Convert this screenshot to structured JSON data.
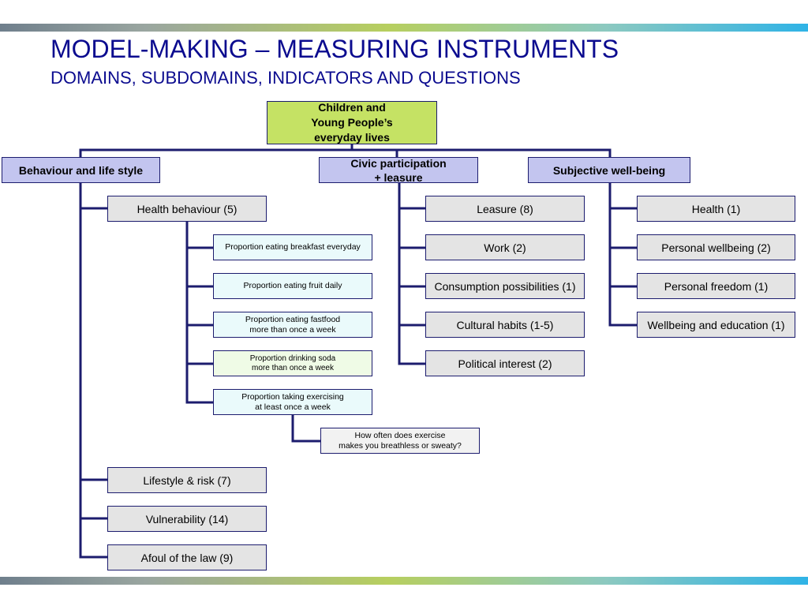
{
  "header": {
    "title": "MODEL-MAKING – MEASURING INSTRUMENTS",
    "subtitle": "DOMAINS, SUBDOMAINS, INDICATORS AND QUESTIONS"
  },
  "colors": {
    "title": "#0b0b8f",
    "lines": "#1c1c6e",
    "root_fill": "#c5e264",
    "domain_fill": "#c3c5ef",
    "subdomain_fill": "#e4e4e4",
    "indicator_fill": "#eafafb"
  },
  "root": {
    "label": "Children and\nYoung People’s\neveryday lives"
  },
  "domains": [
    {
      "label": "Behaviour and life style",
      "subdomains": [
        "Health behaviour (5)",
        "Lifestyle & risk (7)",
        "Vulnerability (14)",
        "Afoul of the law (9)"
      ],
      "indicators": [
        "Proportion eating breakfast everyday",
        "Proportion eating fruit daily",
        "Proportion eating fastfood\nmore than once a week",
        "Proportion drinking soda\nmore than once a week",
        "Proportion taking exercising\nat least once a week"
      ],
      "question": "How often does exercise\nmakes you breathless or sweaty?"
    },
    {
      "label": "Civic participation\n+ leasure",
      "subdomains": [
        "Leasure (8)",
        "Work (2)",
        "Consumption possibilities (1)",
        "Cultural habits (1-5)",
        "Political interest (2)"
      ]
    },
    {
      "label": "Subjective well-being",
      "subdomains": [
        "Health (1)",
        "Personal wellbeing (2)",
        "Personal freedom (1)",
        "Wellbeing and education (1)"
      ]
    }
  ]
}
